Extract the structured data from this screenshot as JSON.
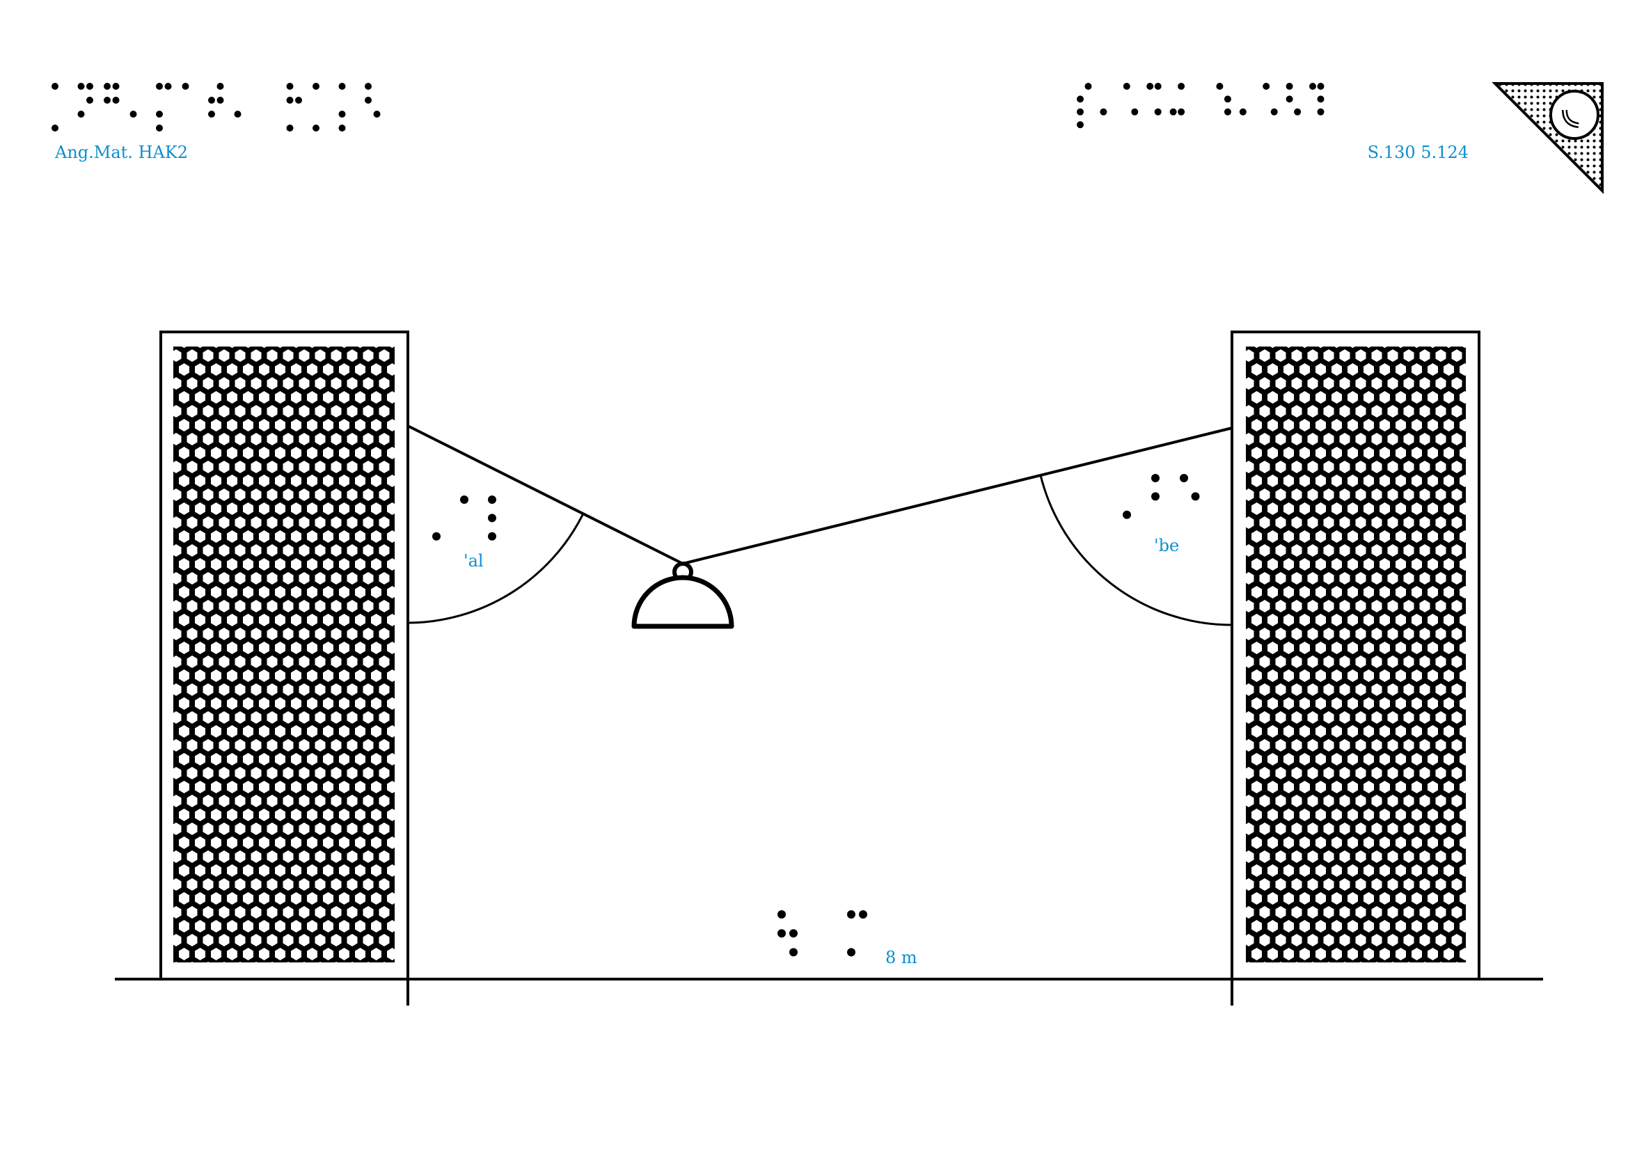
{
  "header": {
    "left_text": "Ang.Mat. HAK2",
    "left_braille": "⡁⠝⠛⠄⡍⠁⠞⠄⠀⡓⡁⡅⠣",
    "right_text": "S.130 5.124",
    "right_braille": "⡎⠄⠡⠩⠬⠀⠱⠄⠡⠣⠹",
    "corner_icon": "page-orientation-corner-icon"
  },
  "diagram": {
    "angle_left_label": "'al",
    "angle_left_braille": "⠄⠁⠇",
    "angle_right_label": "'be",
    "angle_right_braille": "⠄⠃⠑",
    "distance_label": "8 m",
    "distance_braille": "⠳⠀⠍"
  },
  "colors": {
    "text_blue": "#0a8fd0",
    "ink": "#000000"
  }
}
